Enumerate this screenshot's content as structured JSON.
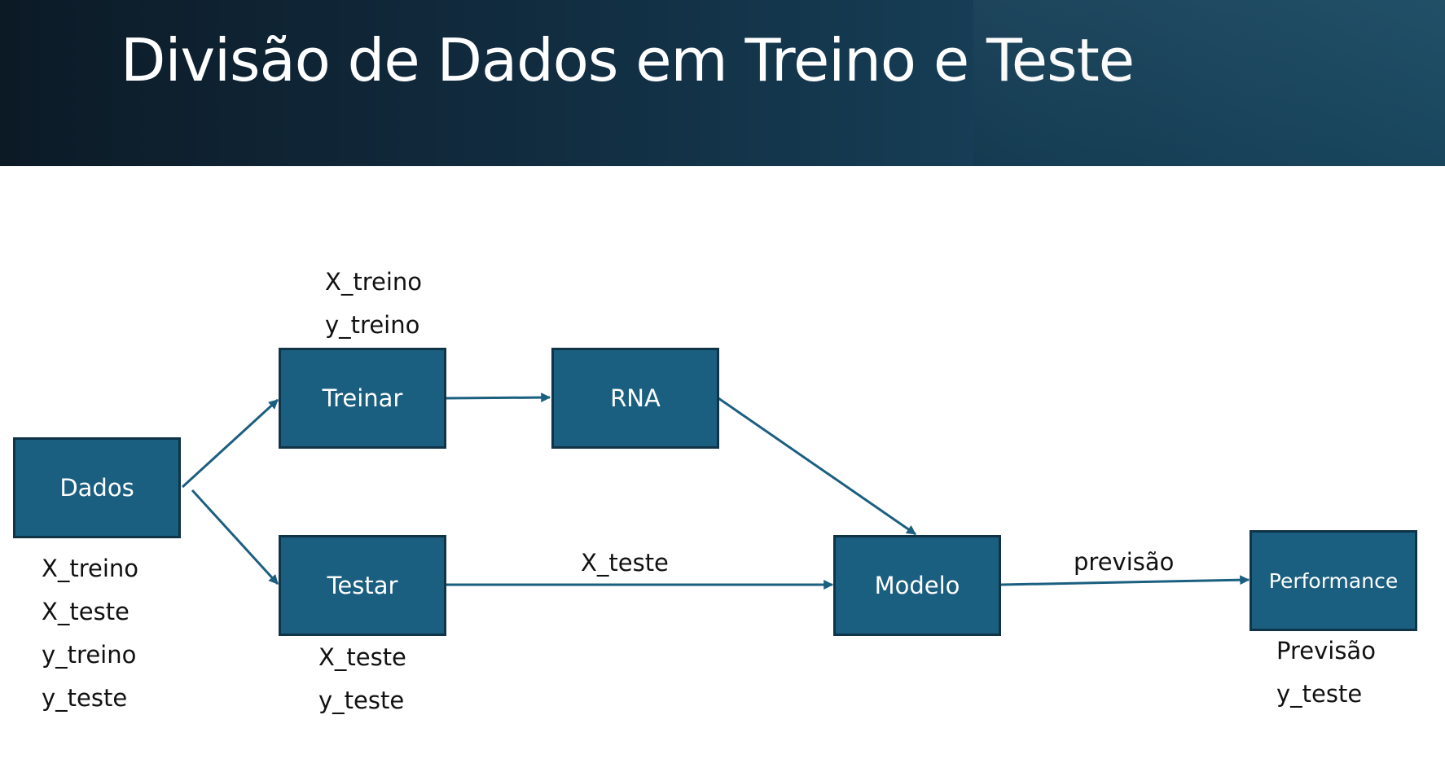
{
  "slide": {
    "title": "Divisão de Dados em Treino e Teste"
  },
  "diagram": {
    "nodes": {
      "dados": "Dados",
      "treinar": "Treinar",
      "testar": "Testar",
      "rna": "RNA",
      "modelo": "Modelo",
      "performance": "Performance"
    },
    "labels": {
      "dados": [
        "X_treino",
        "X_teste",
        "y_treino",
        "y_teste"
      ],
      "treinar": [
        "X_treino",
        "y_treino"
      ],
      "testar": [
        "X_teste",
        "y_teste"
      ],
      "performance": [
        "Previsão",
        "y_teste"
      ]
    },
    "edges": {
      "testar_modelo": "X_teste",
      "modelo_performance": "previsão"
    }
  },
  "colors": {
    "header_bg": "#112b3e",
    "box_fill": "#1b5f80",
    "box_border": "#0f3347",
    "arrow": "#1b5f80",
    "title_text": "#ffffff"
  }
}
